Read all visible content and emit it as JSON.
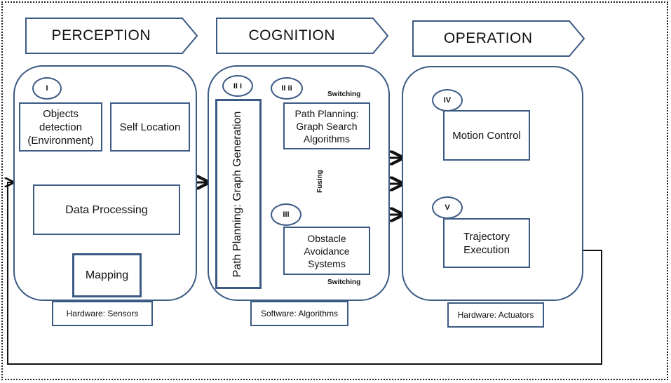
{
  "banners": {
    "perception": "PERCEPTION",
    "cognition": "COGNITION",
    "operation": "OPERATION"
  },
  "badges": {
    "i": "I",
    "ii_i": "II i",
    "ii_ii": "II ii",
    "iii": "III",
    "iv": "IV",
    "v": "V"
  },
  "perception": {
    "objects_detection": "Objects\ndetection\n(Environment)",
    "self_location": "Self Location",
    "data_processing": "Data Processing",
    "mapping": "Mapping",
    "caption": "Hardware: Sensors"
  },
  "cognition": {
    "graph_generation": "Path Planning: Graph Generation",
    "graph_search": "Path Planning:\nGraph Search\nAlgorithms",
    "obstacle_avoidance": "Obstacle\nAvoidance\nSystems",
    "switching_top": "Switching",
    "switching_bottom": "Switching",
    "fusing": "Fusing",
    "caption": "Software: Algorithms"
  },
  "operation": {
    "motion_control": "Motion Control",
    "trajectory_execution": "Trajectory\nExecution",
    "caption": "Hardware: Actuators"
  }
}
